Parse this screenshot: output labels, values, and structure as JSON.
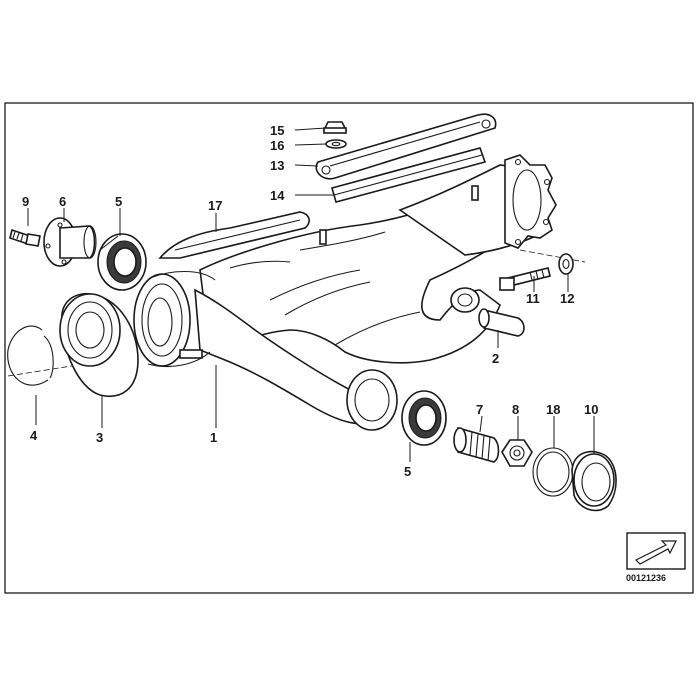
{
  "diagram": {
    "reference_code": "00121236",
    "callouts": [
      {
        "id": "c1",
        "label": "1"
      },
      {
        "id": "c2",
        "label": "2"
      },
      {
        "id": "c3",
        "label": "3"
      },
      {
        "id": "c4",
        "label": "4"
      },
      {
        "id": "c5a",
        "label": "5"
      },
      {
        "id": "c5b",
        "label": "5"
      },
      {
        "id": "c6",
        "label": "6"
      },
      {
        "id": "c7",
        "label": "7"
      },
      {
        "id": "c8",
        "label": "8"
      },
      {
        "id": "c9",
        "label": "9"
      },
      {
        "id": "c10",
        "label": "10"
      },
      {
        "id": "c11",
        "label": "11"
      },
      {
        "id": "c12",
        "label": "12"
      },
      {
        "id": "c13",
        "label": "13"
      },
      {
        "id": "c14",
        "label": "14"
      },
      {
        "id": "c15",
        "label": "15"
      },
      {
        "id": "c16",
        "label": "16"
      },
      {
        "id": "c17",
        "label": "17"
      },
      {
        "id": "c18",
        "label": "18"
      }
    ],
    "colors": {
      "line": "#1a1a1a",
      "background": "#ffffff",
      "shade": "#cfcfcf"
    }
  }
}
